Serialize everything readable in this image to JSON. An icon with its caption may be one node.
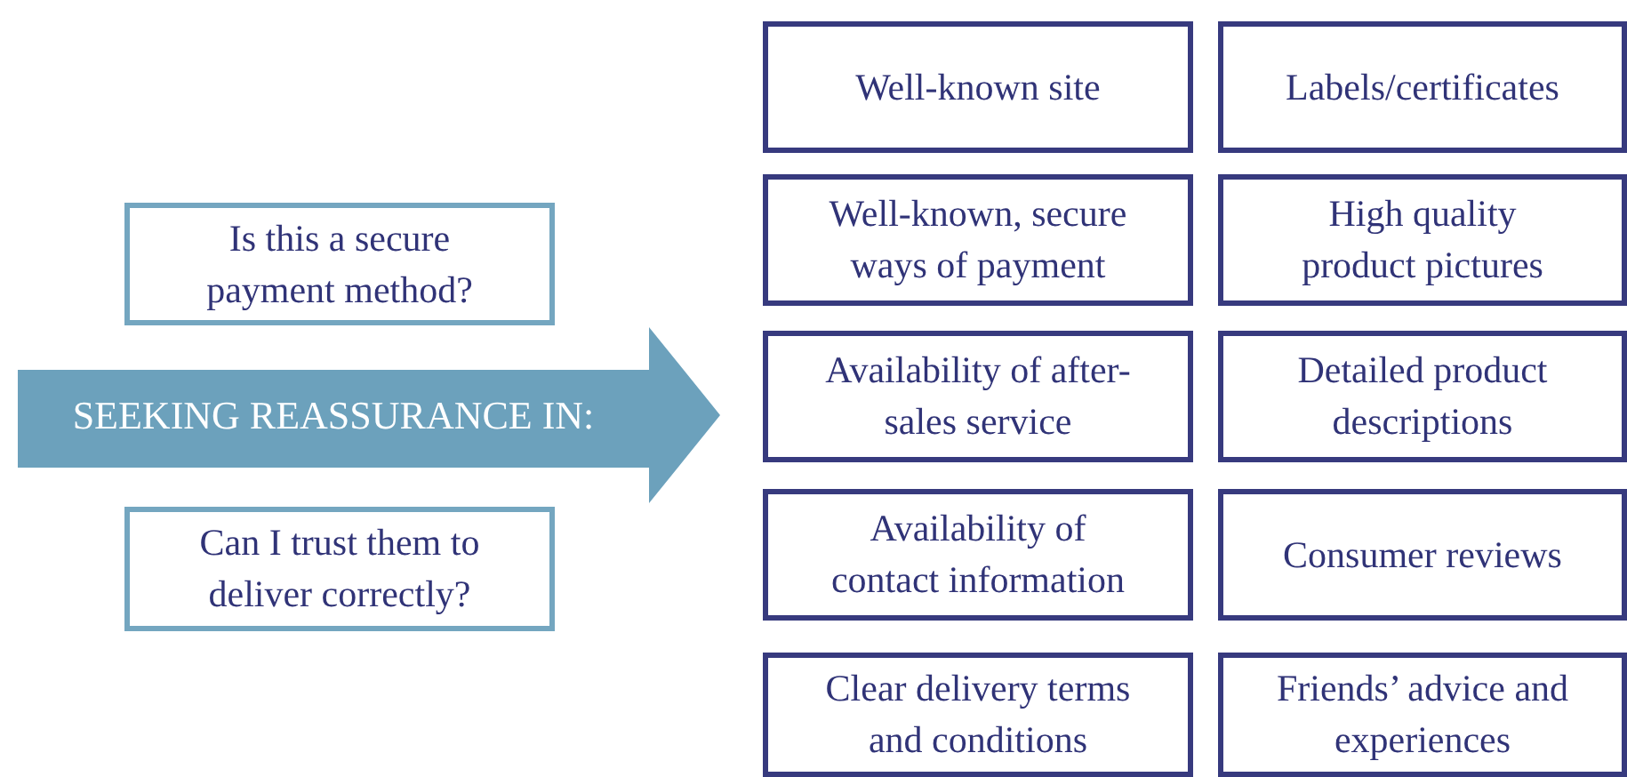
{
  "diagram": {
    "nodes": [
      {
        "text": [
          "Is this a secure payment method?"
        ]
      },
      {
        "text": [
          "SEEKING REASSURANCE IN:"
        ]
      },
      {
        "text": [
          "Can I trust them to deliver correctly?"
        ]
      },
      {
        "text": [
          "Well-known site"
        ]
      },
      {
        "text": [
          "Labels/certificates"
        ]
      },
      {
        "text": [
          "Well-known, secure ways of payment"
        ]
      },
      {
        "text": [
          "High quality product pictures"
        ]
      },
      {
        "text": [
          "Availability of after-sales service"
        ]
      },
      {
        "text": [
          "Detailed product descriptions"
        ]
      },
      {
        "text": [
          "Availability of contact information"
        ]
      },
      {
        "text": [
          "Consumer reviews"
        ]
      },
      {
        "text": [
          "Clear delivery terms and conditions"
        ]
      },
      {
        "text": [
          "Friends’ advice and experiences"
        ]
      }
    ]
  }
}
